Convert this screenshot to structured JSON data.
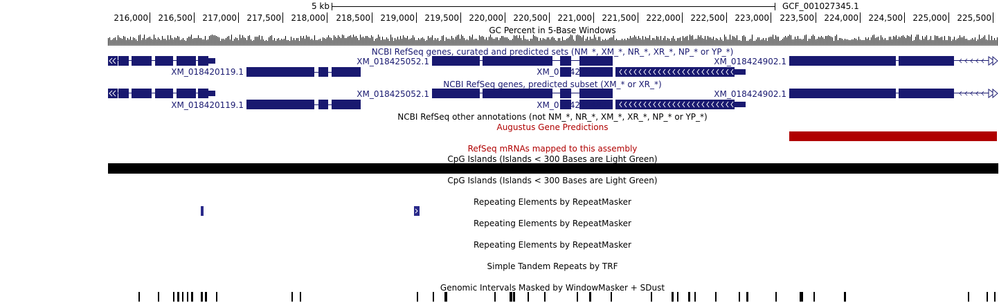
{
  "ruler": {
    "scale_label": "5 kb",
    "assembly_label": "GCF_001027345.1",
    "ticks": [
      "216,000",
      "216,500",
      "217,000",
      "217,500",
      "218,000",
      "218,500",
      "219,000",
      "219,500",
      "220,000",
      "220,500",
      "221,000",
      "221,500",
      "222,000",
      "222,500",
      "223,000",
      "223,500",
      "224,000",
      "224,500",
      "225,000",
      "225,500"
    ]
  },
  "tracks": {
    "gc_percent": "GC Percent in 5-Base Windows",
    "refseq_curated": "NCBI RefSeq genes, curated and predicted sets (NM_*, XM_*, NR_*, XR_*, NP_* or YP_*)",
    "refseq_predicted": "NCBI RefSeq genes, predicted subset (XM_* or XR_*)",
    "refseq_other": "NCBI RefSeq other annotations (not NM_*, NR_*, XM_*, XR_*, NP_* or YP_*)",
    "augustus": "Augustus Gene Predictions",
    "refseq_mrna": "RefSeq mRNAs mapped to this assembly",
    "cpg_1": "CpG Islands (Islands < 300 Bases are Light Green)",
    "cpg_2": "CpG Islands (Islands < 300 Bases are Light Green)",
    "rmsk_1": "Repeating Elements by RepeatMasker",
    "rmsk_2": "Repeating Elements by RepeatMasker",
    "rmsk_3": "Repeating Elements by RepeatMasker",
    "trf": "Simple Tandem Repeats by TRF",
    "windowmasker": "Genomic Intervals Masked by WindowMasker + SDust"
  },
  "genes": {
    "g1": "XM_018420119.1",
    "g2": "XM_018425052.1",
    "g3": "XM_018421648.1",
    "g4": "XM_018424902.1"
  },
  "colors": {
    "gene": "#191970",
    "augustus": "#b00000",
    "cpg": "#000000",
    "repeat": "#2a2a8a"
  }
}
